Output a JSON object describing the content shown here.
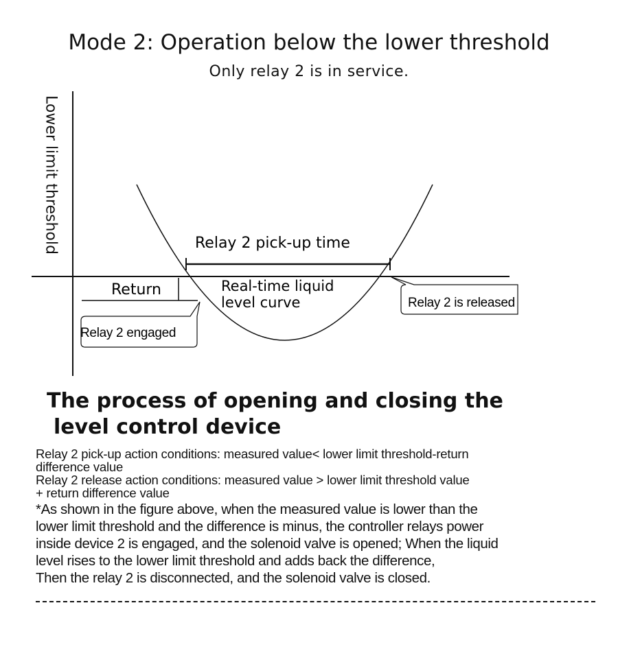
{
  "diagram": {
    "title": "Mode 2: Operation below the lower threshold",
    "subtitle": "Only relay 2 is in service.",
    "y_axis_label": "Lower limit threshold",
    "pickup_label": "Relay 2 pick-up time",
    "return_label": "Return",
    "curve_label_line1": "Real-time liquid",
    "curve_label_line2": "level curve",
    "engaged_callout": "Relay 2 engaged",
    "released_callout": "Relay 2 is released"
  },
  "section": {
    "heading_line1": "The process of opening and closing the",
    "heading_line2": "level control device",
    "pickup_condition_1": "Relay 2 pick-up action conditions: measured value< lower limit threshold-return",
    "pickup_condition_2": "difference value",
    "release_condition_1": "Relay 2 release action conditions: measured value > lower limit threshold value",
    "release_condition_2": "+ return difference value",
    "note_line1": "*As shown in the figure above, when the measured value is lower than the",
    "note_line2": "lower limit threshold and the difference is minus, the controller relays power",
    "note_line3": "inside device 2 is engaged, and the solenoid valve is opened; When the liquid",
    "note_line4": "level rises to the lower limit threshold and adds back the difference,",
    "note_line5": "Then the relay 2 is disconnected, and the solenoid valve is closed."
  }
}
